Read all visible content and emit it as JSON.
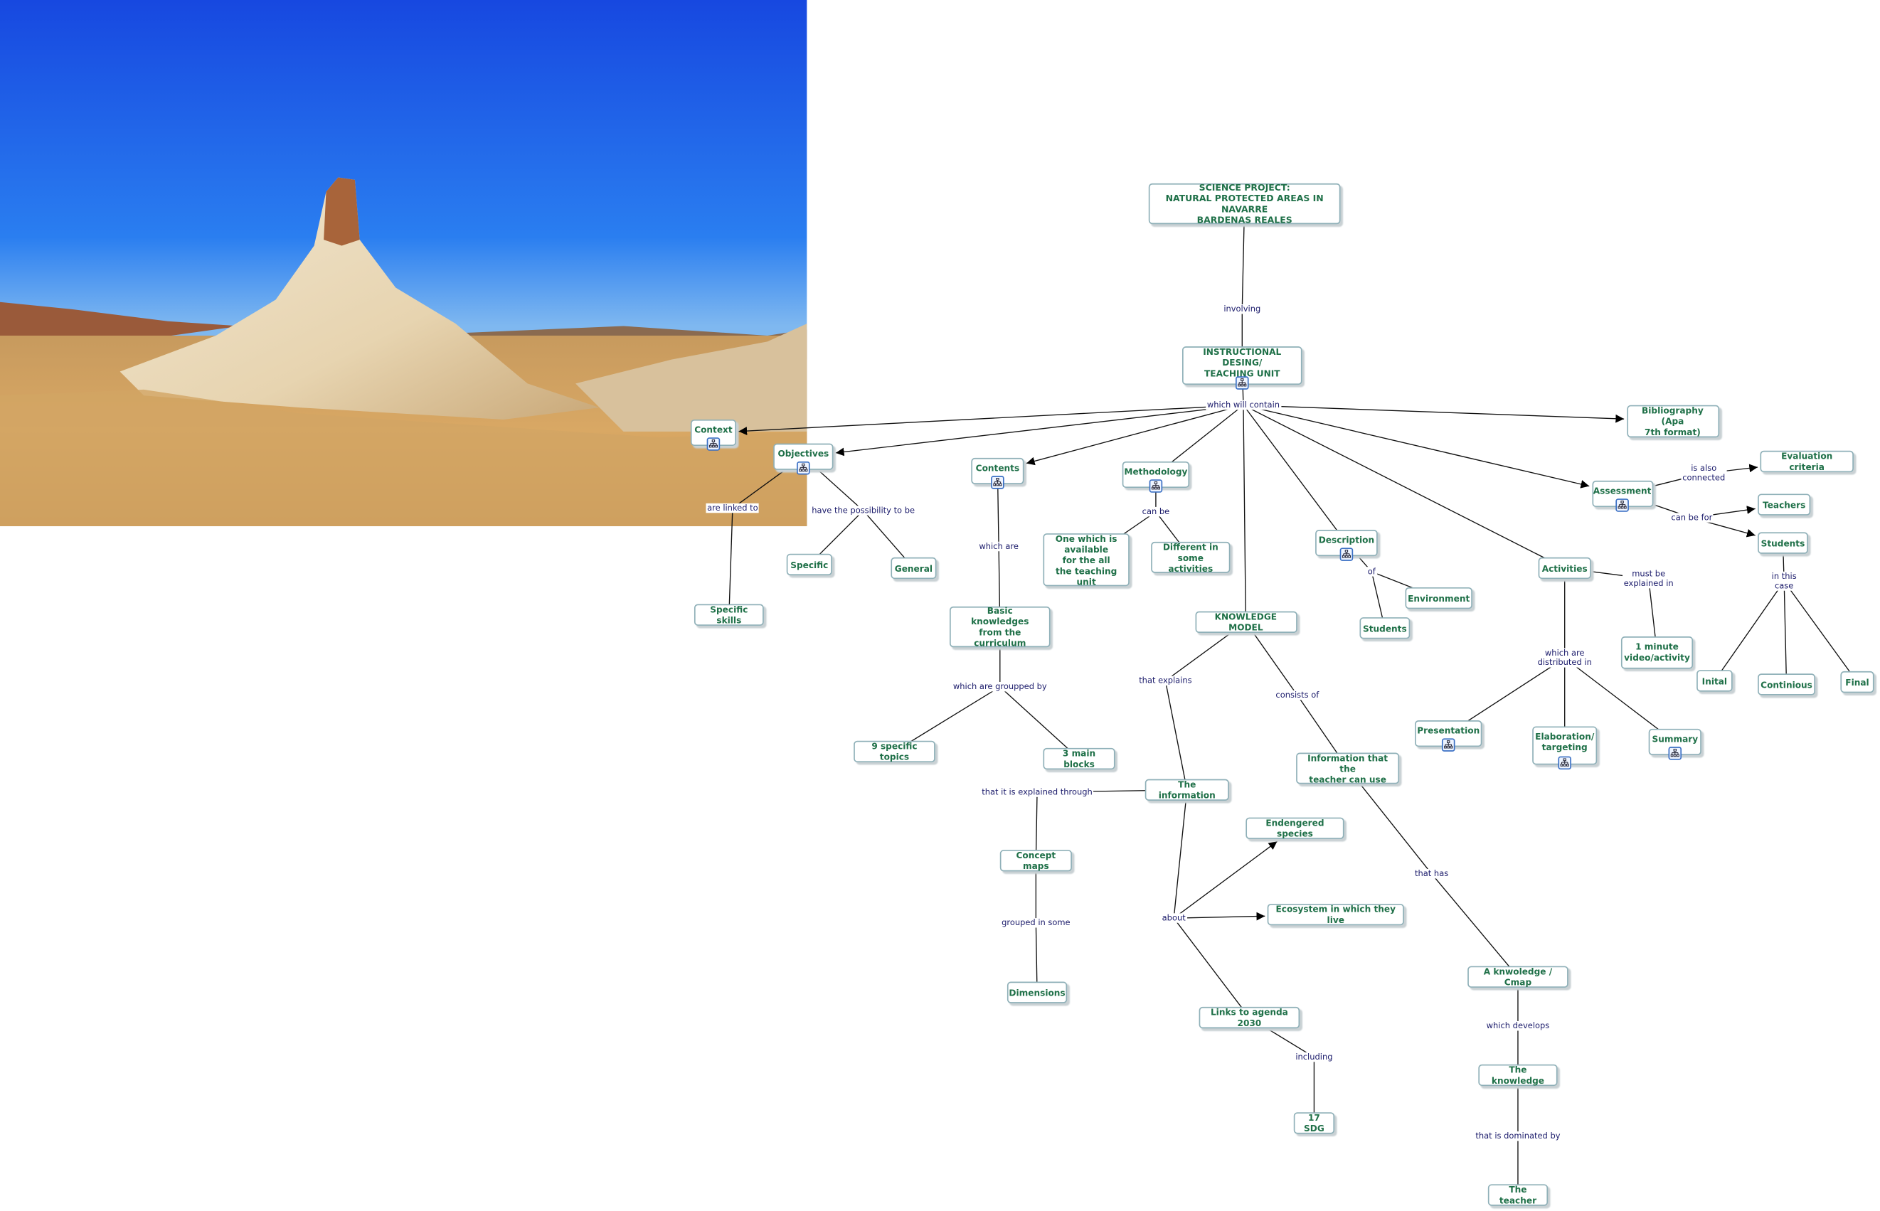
{
  "nodes": {
    "root": "SCIENCE PROJECT:\nNATURAL PROTECTED AREAS IN NAVARRE\nBARDENAS REALES",
    "unit": "INSTRUCTIONAL DESING/\nTEACHING UNIT",
    "context": "Context",
    "objectives": "Objectives",
    "contents": "Contents",
    "methodology": "Methodology",
    "knowledge_model": "KNOWLEDGE MODEL",
    "description": "Description",
    "activities": "Activities",
    "assessment": "Assessment",
    "bibliography": "Bibliography (Apa\n7th format)",
    "evaluation": "Evaluation criteria",
    "teachers": "Teachers",
    "students_r": "Students",
    "initial": "Inital",
    "continious": "Continious",
    "final": "Final",
    "video": "1 minute\nvideo/activity",
    "presentation": "Presentation",
    "elaboration": "Elaboration/\ntargeting",
    "summary": "Summary",
    "students_m": "Students",
    "environment": "Environment",
    "one_which": "One which is\navailable\nfor the all\nthe teaching unit",
    "different": "Different in\nsome activities",
    "specific": "Specific",
    "general": "General",
    "specific_skills": "Specific skills",
    "basic": "Basic\nknowledges\nfrom the curriculum",
    "topics": "9 specific topics",
    "blocks": "3 main blocks",
    "information": "The information",
    "info_teacher": "Information that the\nteacher can use",
    "concept_maps": "Concept maps",
    "dimensions": "Dimensions",
    "species": "Endengered species",
    "ecosystem": "Ecosystem in which they live",
    "agenda": "Links to agenda 2030",
    "sdg": "17 SDG",
    "cmap": "A knwoledge / Cmap",
    "the_knowledge": "The knowledge",
    "the_teacher": "The teacher"
  },
  "links": {
    "involving": "involving",
    "will_contain": "which will contain",
    "linked_to": "are linked to",
    "possibility": "have the possibility to be",
    "which_are": "which are",
    "can_be": "can be",
    "of": "of",
    "explains": "that explains",
    "consists": "consists of",
    "groupped": "which are groupped by",
    "explained_through": "that it is explained through",
    "grouped_some": "grouped in some",
    "about": "about",
    "including": "including",
    "that_has": "that has",
    "develops": "which develops",
    "dominated": "that is dominated by",
    "must_be": "must be\nexplained in",
    "distributed": "which are\ndistributed in",
    "also_connected": "is also\nconnected",
    "can_be_for": "can be for",
    "this_case": "in this\ncase"
  },
  "colors": {
    "node_text": "#1f7048",
    "link_text": "#1b1b6b",
    "node_border": "#8fb0b8",
    "sky": "#1f5fe0"
  },
  "icons": {
    "submap": "concept-map-submap-icon"
  }
}
